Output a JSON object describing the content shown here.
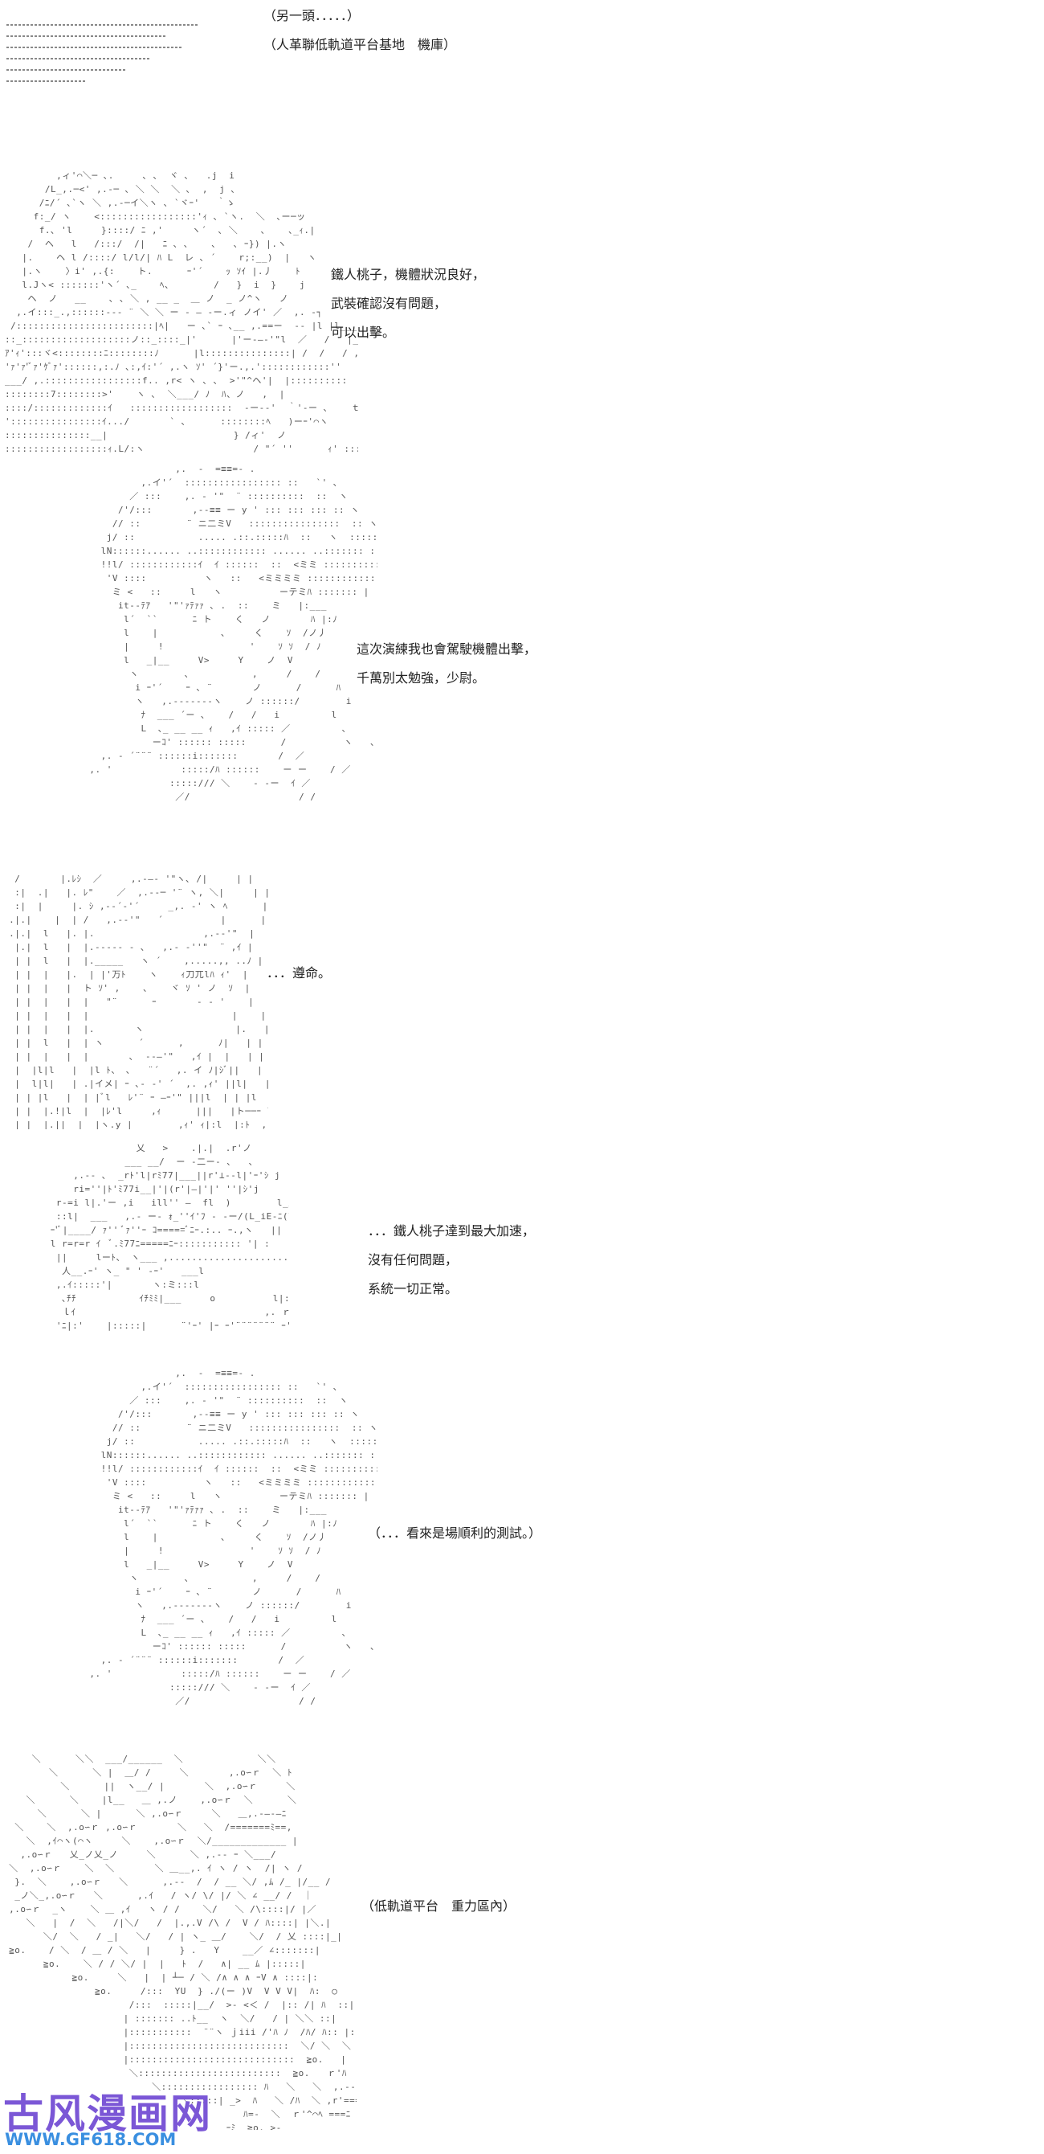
{
  "intro": {
    "line1": "（另一頭．．．．．）",
    "line2": "（人革聯低軌道平台基地　機庫）"
  },
  "panels": [
    {
      "id": "p1",
      "lines": [
        "鐵人桃子，機體狀況良好，",
        "武裝確認沒有問題，",
        "可以出擊。"
      ]
    },
    {
      "id": "p2",
      "lines": [
        "這次演練我也會駕駛機體出擊，",
        "千萬別太勉強，少尉。"
      ]
    },
    {
      "id": "p3",
      "lines": [
        "．．．遵命。"
      ]
    },
    {
      "id": "p4",
      "lines": [
        "．．．鐵人桃子達到最大加速，",
        "沒有任何問題，",
        "系統一切正常。"
      ]
    },
    {
      "id": "p5",
      "lines": [
        "（．．．看來是場順利的測試。）"
      ]
    },
    {
      "id": "p6",
      "lines": [
        "（低軌道平台　重力區內）"
      ]
    }
  ],
  "watermark": {
    "title": "古风漫画网",
    "url": "WWW.GF618.COM"
  }
}
